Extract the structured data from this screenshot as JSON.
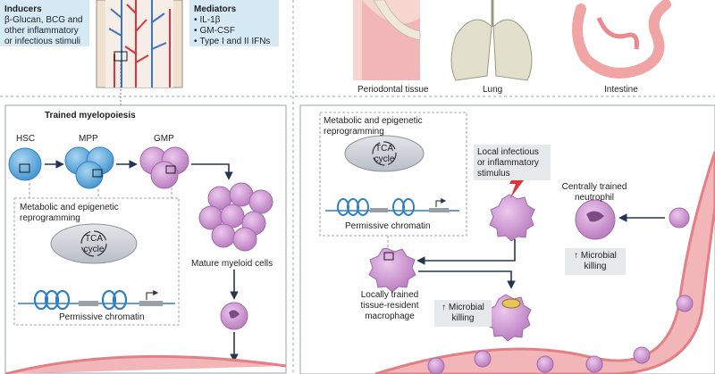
{
  "inducers": {
    "heading": "Inducers",
    "lines": [
      "β-Glucan, BCG and",
      "other inflammatory",
      "or infectious stimuli"
    ]
  },
  "mediators": {
    "heading": "Mediators",
    "items": [
      "IL-1β",
      "GM-CSF",
      "Type I and II IFNs"
    ]
  },
  "tissues": [
    "Periodontal tissue",
    "Lung",
    "Intestine"
  ],
  "trained_myelopoiesis": {
    "title": "Trained myelopoiesis",
    "progenitors": [
      "HSC",
      "MPP",
      "GMP"
    ],
    "reprogramming": [
      "Metabolic and epigenetic",
      "reprogramming"
    ],
    "tca": [
      "TCA",
      "cycle"
    ],
    "chromatin": "Permissive chromatin",
    "mature": "Mature myeloid cells"
  },
  "local_panel": {
    "reprogramming": [
      "Metabolic and epigenetic",
      "reprogramming"
    ],
    "tca": [
      "TCA",
      "cycle"
    ],
    "chromatin": "Permissive chromatin",
    "stimulus": [
      "Local infectious",
      "or inflammatory",
      "stimulus"
    ],
    "macrophage": [
      "Locally trained",
      "tissue-resident",
      "macrophage"
    ],
    "macrophage_killing": [
      "↑ Microbial",
      "killing"
    ],
    "neutrophil": [
      "Centrally trained",
      "neutrophil"
    ],
    "neutrophil_killing": [
      "↑ Microbial",
      "killing"
    ]
  },
  "colors": {
    "hsc_blue": "#5aa8db",
    "myeloid_purple": "#c58fcb",
    "vessel_pink": "#e37f85",
    "vessel_fill": "#f3b6b8",
    "inducer_box": "#d6eaf6",
    "killing_box": "#e6e8ea",
    "arrow_navy": "#23364f",
    "chromatin_blue": "#2f7fc1"
  }
}
